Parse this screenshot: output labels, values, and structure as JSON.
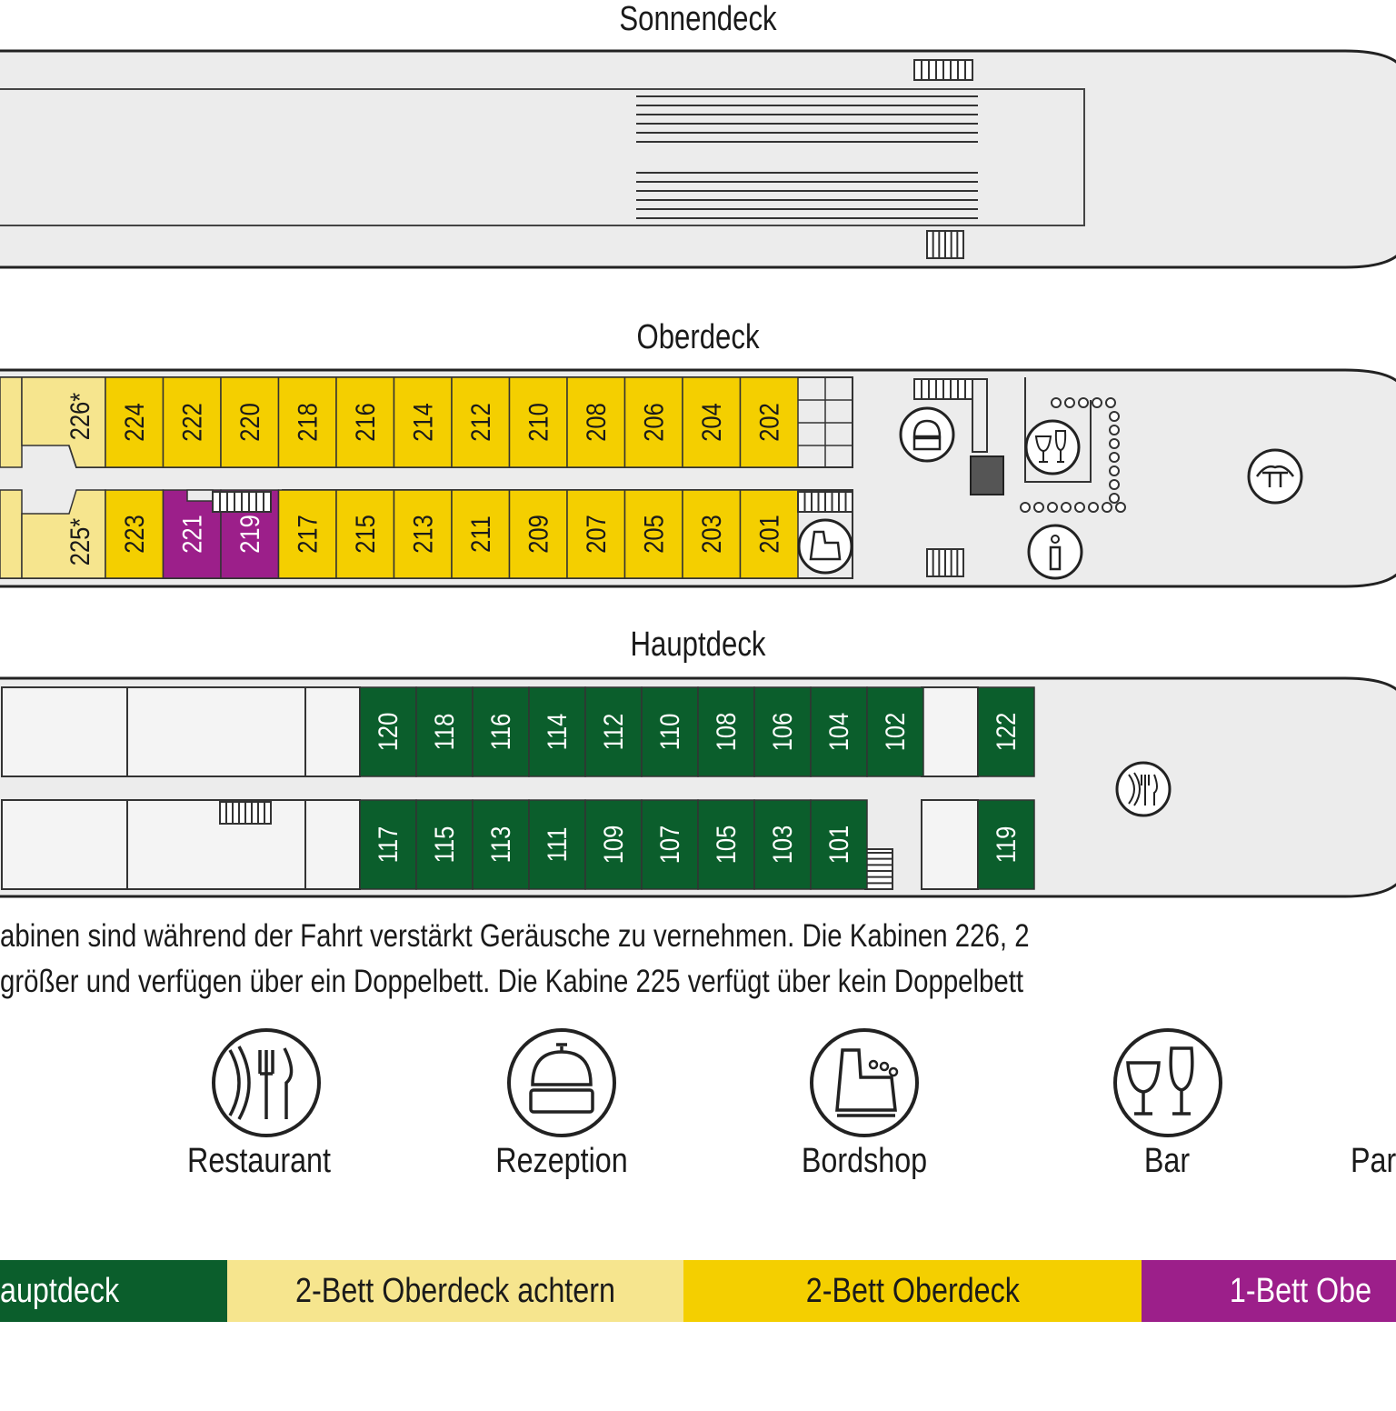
{
  "decks": {
    "sonnendeck": {
      "title": "Sonnendeck"
    },
    "oberdeck": {
      "title": "Oberdeck",
      "top_cabins": [
        "226*",
        "224",
        "222",
        "220",
        "218",
        "216",
        "214",
        "212",
        "210",
        "208",
        "206",
        "204",
        "202"
      ],
      "bottom_cabins": [
        "225*",
        "223",
        "221",
        "219",
        "217",
        "215",
        "213",
        "211",
        "209",
        "207",
        "205",
        "203",
        "201"
      ]
    },
    "hauptdeck": {
      "title": "Hauptdeck",
      "top_cabins": [
        "120",
        "118",
        "116",
        "114",
        "112",
        "110",
        "108",
        "106",
        "104",
        "102",
        "122"
      ],
      "bottom_cabins": [
        "117",
        "115",
        "113",
        "111",
        "109",
        "107",
        "105",
        "103",
        "101",
        "119"
      ]
    }
  },
  "notes": {
    "line1": "abinen sind während der Fahrt verstärkt Geräusche zu vernehmen. Die Kabinen 226, 2",
    "line2": "größer und verfügen über ein Doppelbett. Die Kabine 225 verfügt über kein Doppelbett"
  },
  "legend_icons": [
    {
      "label": "Restaurant",
      "icon": "restaurant-icon"
    },
    {
      "label": "Rezeption",
      "icon": "reception-bell-icon"
    },
    {
      "label": "Bordshop",
      "icon": "cash-register-icon"
    },
    {
      "label": "Bar",
      "icon": "wine-glasses-icon"
    },
    {
      "label": "Par",
      "icon": ""
    }
  ],
  "categories": [
    {
      "label": "auptdeck",
      "color": "#0b5e2c",
      "text_color": "#ffffff"
    },
    {
      "label": "2-Bett Oberdeck achtern",
      "color": "#f6e58e",
      "text_color": "#1a1a1a"
    },
    {
      "label": "2-Bett Oberdeck",
      "color": "#f4cf00",
      "text_color": "#1a1a1a"
    },
    {
      "label": "1-Bett Obe",
      "color": "#9c1f8a",
      "text_color": "#ffffff"
    }
  ],
  "colors": {
    "hull": "#ececec",
    "outline": "#222222",
    "green_cabin": "#0b5e2c",
    "yellow_cabin": "#f4cf00",
    "light_yellow_cabin": "#f6e58e",
    "purple_cabin": "#9c1f8a"
  }
}
